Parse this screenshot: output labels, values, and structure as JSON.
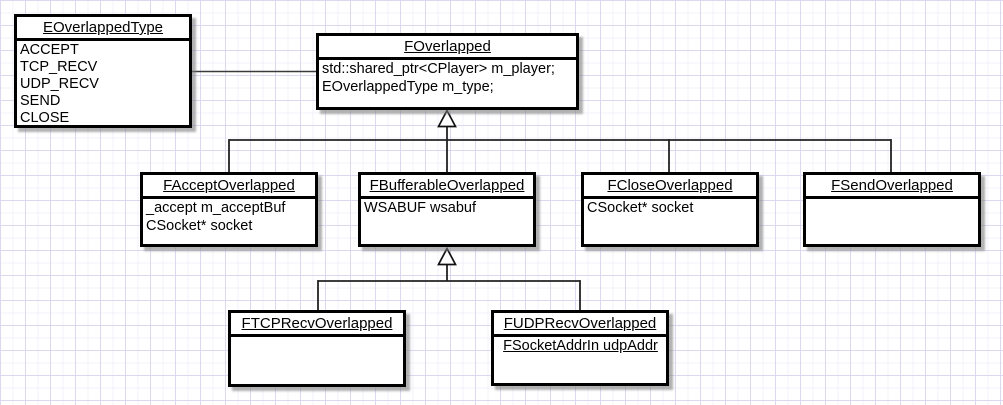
{
  "canvas": {
    "background": "#ffffff",
    "grid_minor_color": "#f3f1fa",
    "grid_major_color": "#dcd8f0",
    "shape_fill": "#ffffff",
    "shape_border_color": "#000000",
    "shadow_color": "#7d7d7d",
    "line_color": "#333333"
  },
  "classes": [
    {
      "name": "EOverlappedType",
      "fields": [
        "ACCEPT",
        "TCP_RECV",
        "UDP_RECV",
        "SEND",
        "CLOSE"
      ]
    },
    {
      "name": "FOverlapped",
      "fields": [
        "std::shared_ptr<CPlayer> m_player;",
        "EOverlappedType m_type;"
      ]
    },
    {
      "name": "FAcceptOverlapped",
      "fields": [
        "_accept m_acceptBuf",
        "CSocket* socket"
      ]
    },
    {
      "name": "FBufferableOverlapped",
      "fields": [
        "WSABUF wsabuf"
      ]
    },
    {
      "name": "FCloseOverlapped",
      "fields": [
        "CSocket* socket"
      ]
    },
    {
      "name": "FSendOverlapped",
      "fields": []
    },
    {
      "name": "FTCPRecvOverlapped",
      "fields": []
    },
    {
      "name": "FUDPRecvOverlapped",
      "fields": [
        "FSocketAddrIn udpAddr"
      ]
    }
  ],
  "relations": [
    {
      "type": "association",
      "from": "EOverlappedType",
      "to": "FOverlapped"
    },
    {
      "type": "inheritance",
      "parent": "FOverlapped",
      "children": [
        "FAcceptOverlapped",
        "FBufferableOverlapped",
        "FCloseOverlapped",
        "FSendOverlapped"
      ]
    },
    {
      "type": "inheritance",
      "parent": "FBufferableOverlapped",
      "children": [
        "FTCPRecvOverlapped",
        "FUDPRecvOverlapped"
      ]
    }
  ]
}
